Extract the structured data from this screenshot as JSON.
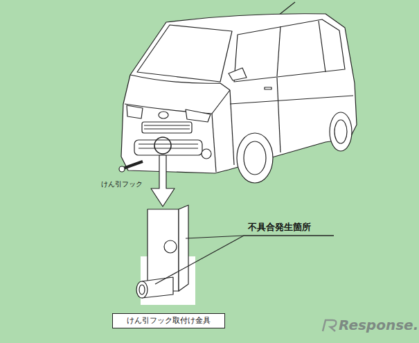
{
  "diagram": {
    "nodes": [
      {
        "text": [
          "けん引フック取付け金具"
        ]
      }
    ],
    "labels": [
      "けん引フック",
      "不具合発生箇所",
      "Response."
    ]
  }
}
